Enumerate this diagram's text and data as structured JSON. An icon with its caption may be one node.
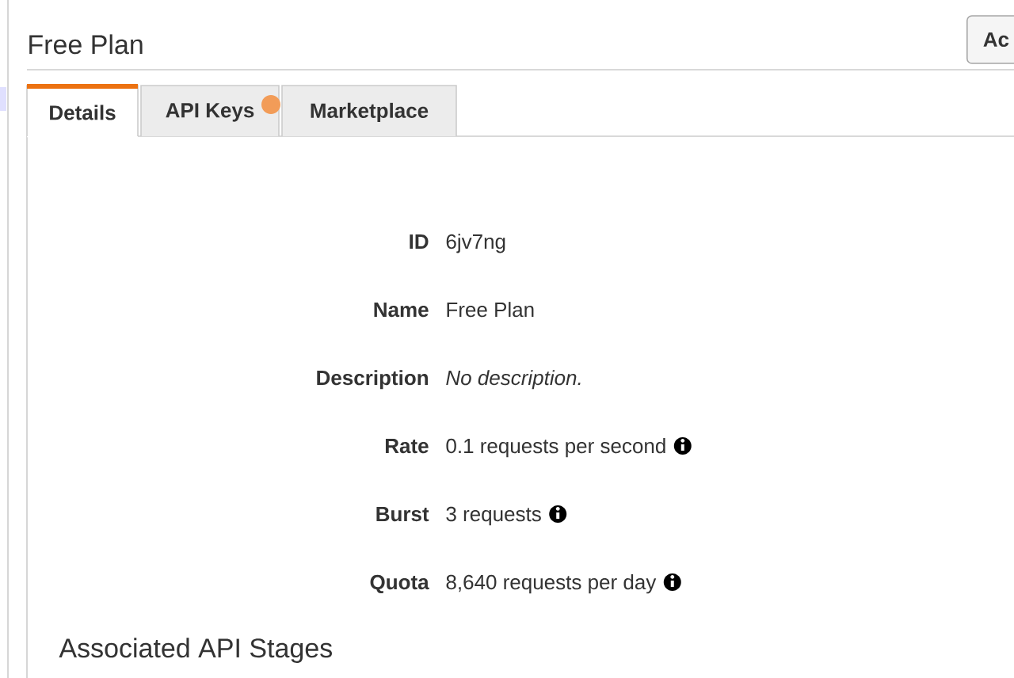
{
  "diagram": {
    "title": "Free Plan",
    "nodes": [
      {
        "text": [
          "Details"
        ]
      },
      {
        "text": [
          "API Keys"
        ]
      },
      {
        "text": [
          "Marketplace"
        ]
      },
      {
        "text": [
          "Ac"
        ]
      }
    ],
    "labels": [
      "ID",
      "6jv7ng",
      "Name",
      "Free Plan",
      "Description",
      "No description.",
      "Rate",
      "0.1 requests per second",
      "Burst",
      "3 requests",
      "Quota",
      "8,640 requests per day",
      "Associated API Stages"
    ]
  }
}
